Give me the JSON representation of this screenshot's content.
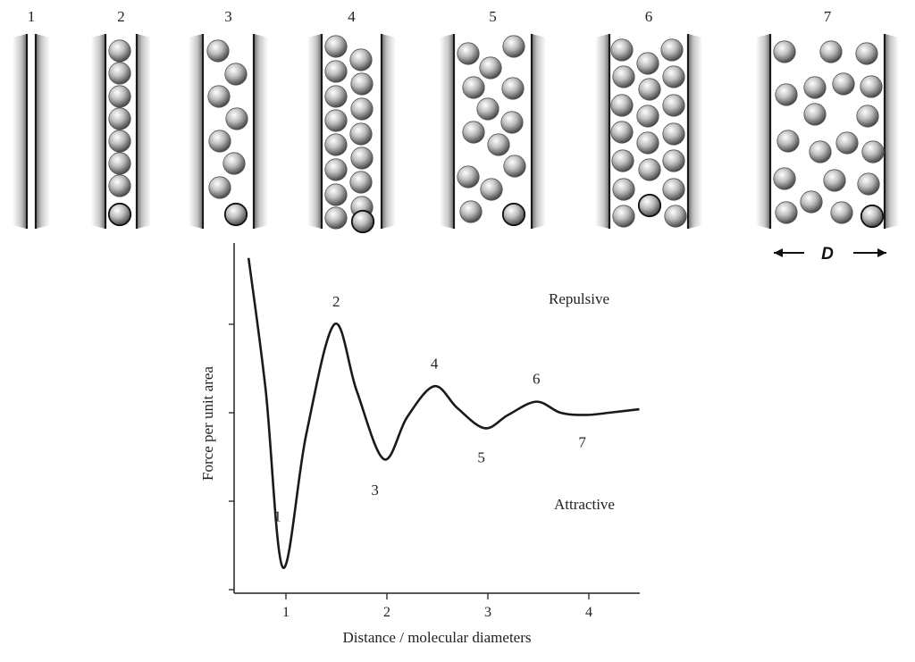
{
  "diagram": {
    "confinement_panels": [
      {
        "label": "1"
      },
      {
        "label": "2"
      },
      {
        "label": "3"
      },
      {
        "label": "4"
      },
      {
        "label": "5"
      },
      {
        "label": "6"
      },
      {
        "label": "7"
      }
    ],
    "separation_label": "D"
  },
  "chart_data": {
    "type": "line",
    "title": "",
    "xlabel": "Distance / molecular diameters",
    "ylabel": "Force per unit area",
    "x_ticks": [
      "1",
      "2",
      "3",
      "4"
    ],
    "xlim": [
      0.5,
      4.5
    ],
    "y_ticks_labeled": false,
    "region_labels": {
      "above": "Repulsive",
      "below": "Attractive"
    },
    "series": [
      {
        "values_note_free": true,
        "x": [
          0.63,
          0.8,
          0.97,
          1.2,
          1.48,
          1.7,
          1.97,
          2.2,
          2.47,
          2.7,
          2.97,
          3.2,
          3.48,
          3.72,
          3.97,
          4.2,
          4.5
        ],
        "y": [
          3.5,
          0.5,
          -3.5,
          -0.5,
          2.0,
          0.5,
          -1.05,
          -0.1,
          0.6,
          0.1,
          -0.35,
          -0.05,
          0.25,
          0.0,
          -0.05,
          0.0,
          0.08
        ]
      }
    ],
    "point_labels": [
      {
        "text": "1",
        "x": 0.97
      },
      {
        "text": "2",
        "x": 1.48
      },
      {
        "text": "3",
        "x": 1.97
      },
      {
        "text": "4",
        "x": 2.47
      },
      {
        "text": "5",
        "x": 2.97
      },
      {
        "text": "6",
        "x": 3.48
      },
      {
        "text": "7",
        "x": 3.97
      }
    ]
  }
}
